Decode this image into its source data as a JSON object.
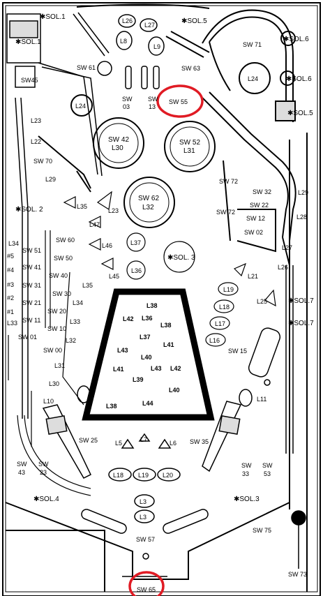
{
  "colors": {
    "ink": "#000000",
    "paper": "#ffffff",
    "highlight": "#e01b24"
  },
  "labels": {
    "sol1a": "✱SOL.1",
    "sol1b": "✱SOL.1",
    "sw45": "SW45",
    "l26": "L26",
    "l8": "L8",
    "l27": "L27",
    "l9": "L9",
    "sol5a": "✱SOL.5",
    "sw61": "SW 61",
    "sw71": "SW 71",
    "sol6a": "✱SOL.6",
    "sol6b": "✱SOL.6",
    "l24a": "L24",
    "l24b": "L24",
    "sw63": "SW 63",
    "sw03a": "SW",
    "sw03b": "03",
    "sw13a": "SW",
    "sw13b": "13",
    "sw55": "SW 55",
    "sol5b": "✱SOL.5",
    "l23a": "L23",
    "l22": "L22",
    "sw70": "SW 70",
    "l29a": "L29",
    "sw42": "SW 42",
    "l30": "L30",
    "sw52": "SW 52",
    "l31": "L31",
    "sw72a": "SW 72",
    "sw72b": "SW 72",
    "sw32": "SW 32",
    "sw22": "SW 22",
    "sw12": "SW 12",
    "sw02": "SW 02",
    "l29b": "L29",
    "l28": "L28",
    "sol2": "✱SOL. 2",
    "l35": "L35",
    "l23b": "L23",
    "sw62": "SW 62",
    "l32": "L32",
    "l47": "L47",
    "sw60": "SW 60",
    "l46": "L46",
    "l37": "L37",
    "sol3a": "✱SOL. 3",
    "l27b": "L27",
    "l34": "L34",
    "n5": "#5",
    "n4": "#4",
    "n3": "#3",
    "n2": "#2",
    "n1": "#1",
    "l33a": "L33",
    "sw51": "SW 51",
    "sw41": "SW 41",
    "sw31": "SW 31",
    "sw21": "SW 21",
    "sw11": "SW 11",
    "sw01": "SW 01",
    "sw50": "SW 50",
    "sw40": "SW 40",
    "sw30": "SW 30",
    "sw20": "SW 20",
    "sw10": "SW 10",
    "sw00": "SW 00",
    "l45": "L45",
    "l36": "L36",
    "l21": "L21",
    "l26b": "L26",
    "l25": "L25",
    "l19": "L19",
    "l18": "L18",
    "l17": "L17",
    "l16": "L16",
    "sw15": "SW 15",
    "sol7a": "✱SOL.7",
    "sol7b": "✱SOL.7",
    "l35b": "L35",
    "l34b": "L34",
    "l33b": "L33",
    "l32b": "L32",
    "l31b": "L31",
    "l30b": "L30",
    "l38a": "L38",
    "l42": "L42",
    "l36b": "L36",
    "l38b": "L38",
    "l37b": "L37",
    "l41a": "L41",
    "l43a": "L43",
    "l40a": "L40",
    "l41b": "L41",
    "l43b": "L43",
    "l42b": "L42",
    "l39": "L39",
    "l40b": "L40",
    "l38c": "L38",
    "l44": "L44",
    "l10": "L10",
    "l11": "L11",
    "sw25": "SW 25",
    "sw35": "SW 35",
    "l5": "L5",
    "l7": "L7",
    "l6": "L6",
    "sw43a": "SW",
    "sw43b": "43",
    "sw23a": "SW",
    "sw23b": "23",
    "sw33a": "SW",
    "sw33b": "33",
    "sw53a": "SW",
    "sw53b": "53",
    "l18b": "L18",
    "l19b": "L19",
    "l20": "L20",
    "sol4": "✱SOL.4",
    "sol3b": "✱SOL.3",
    "l3a": "L3",
    "l3b": "L3",
    "sw57": "SW 57",
    "sw75": "SW 75",
    "sw73": "SW 73",
    "sw65": "SW 65"
  }
}
